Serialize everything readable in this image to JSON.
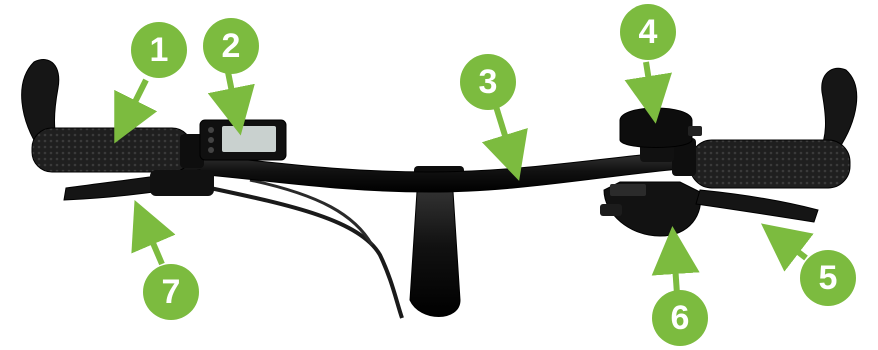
{
  "colors": {
    "callout": "#7cbb3f",
    "bar": "#151515",
    "grip": "#1f1f1f",
    "grip_texture": "#3a3a3a",
    "lcd_screen": "#c9d1cf"
  },
  "callouts": [
    {
      "number": "1",
      "part": "left-grip"
    },
    {
      "number": "2",
      "part": "lcd-display"
    },
    {
      "number": "3",
      "part": "handlebar"
    },
    {
      "number": "4",
      "part": "bell"
    },
    {
      "number": "5",
      "part": "rear-brake-lever"
    },
    {
      "number": "6",
      "part": "gear-shifter"
    },
    {
      "number": "7",
      "part": "front-brake-lever"
    }
  ]
}
